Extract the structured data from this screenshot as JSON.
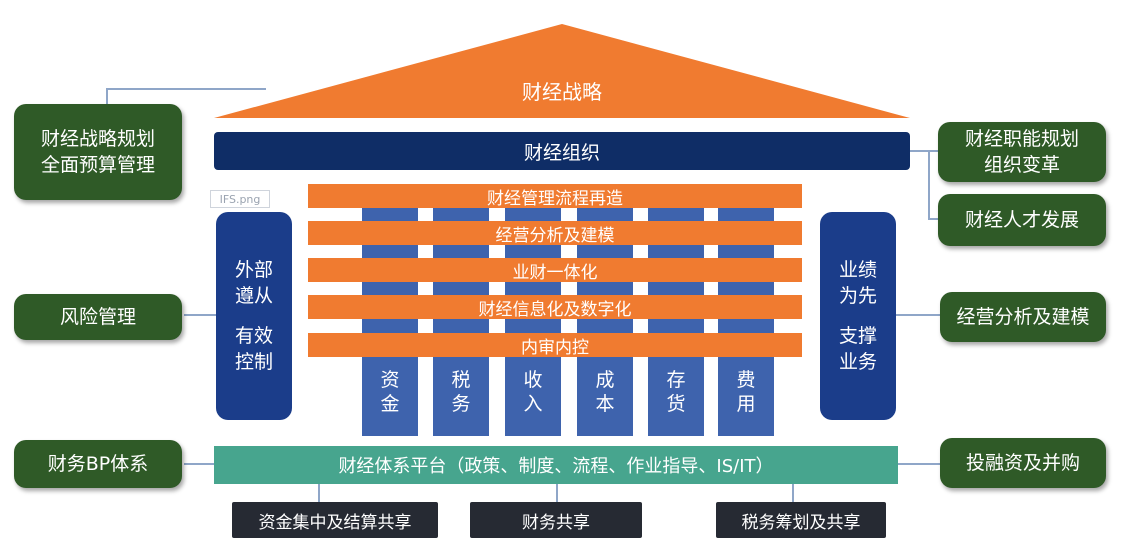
{
  "roof": {
    "label": "财经战略"
  },
  "org": {
    "label": "财经组织"
  },
  "left_boxes": [
    {
      "lines": [
        "财经战略规划",
        "全面预算管理"
      ]
    },
    {
      "lines": [
        "风险管理"
      ]
    },
    {
      "lines": [
        "财务BP体系"
      ]
    }
  ],
  "right_boxes": [
    {
      "lines": [
        "财经职能规划",
        "组织变革"
      ]
    },
    {
      "lines": [
        "财经人才发展"
      ]
    },
    {
      "lines": [
        "经营分析及建模"
      ]
    },
    {
      "lines": [
        "投融资及并购"
      ]
    }
  ],
  "left_pillar": {
    "lines": [
      "外部",
      "遵从",
      "有效",
      "控制"
    ]
  },
  "right_pillar": {
    "lines": [
      "业绩",
      "为先",
      "支撑",
      "业务"
    ]
  },
  "bars": [
    "财经管理流程再造",
    "经营分析及建模",
    "业财一体化",
    "财经信息化及数字化",
    "内审内控"
  ],
  "columns": [
    [
      "资",
      "金"
    ],
    [
      "税",
      "务"
    ],
    [
      "收",
      "入"
    ],
    [
      "成",
      "本"
    ],
    [
      "存",
      "货"
    ],
    [
      "费",
      "用"
    ]
  ],
  "platform": {
    "label": "财经体系平台（政策、制度、流程、作业指导、IS/IT）"
  },
  "bottom_boxes": [
    "资金集中及结算共享",
    "财务共享",
    "税务筹划及共享"
  ],
  "watermark": "IFS.png",
  "colors": {
    "roof": "#f07b30",
    "org": "#0f2d66",
    "pillar": "#1b3d8a",
    "column": "#3e63ad",
    "green": "#2f5a27",
    "platform": "#47a58e",
    "dark": "#262a33"
  }
}
